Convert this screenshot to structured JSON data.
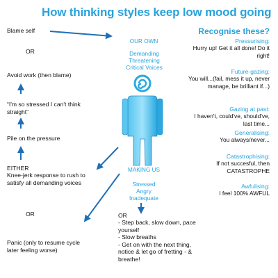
{
  "title": "How thinking styles keep low mood going",
  "left_chain": {
    "blame_self": "Blame self",
    "or_1": "OR",
    "avoid_work": "Avoid work (then blame)",
    "stressed": "“I'm so stressed I can't think straight”",
    "pile_on": "Pile on the pressure",
    "either": "EITHER",
    "knee_jerk": "Knee-jerk response to rush to satisfy all demanding voices",
    "or_2": "OR",
    "panic": "Panic (only to resume cycle later feeling worse)"
  },
  "center": {
    "our_own": "OUR OWN",
    "voices": "Demanding\nThreatening\nCritical Voices",
    "making_us": "MAKING US",
    "feelings": "Stressed\nAngry\nInadequate",
    "or_label": "OR",
    "advice": "- Step back, slow down, pace yourself\n- Slow breaths\n- Get on with the next thing, notice & let go of fretting - & breathe!"
  },
  "right_panel": {
    "heading": "Recognise these?",
    "items": [
      {
        "name": "Pressurising:",
        "text": "Hurry up! Get it all done! Do it right!"
      },
      {
        "name": "Future-gazing:",
        "text": "You will...(fail, mess it up, never manage, be brilliant if...)"
      },
      {
        "name": "Gazing at past:",
        "text": "I haven't, could've, should've, last time..."
      },
      {
        "name": "Generalising:",
        "text": "You always/never..."
      },
      {
        "name": "Catastrophising:",
        "text": "If not succesful, then CATASTROPHE"
      },
      {
        "name": "Awfulising:",
        "text": "I feel 100% AWFUL"
      }
    ]
  },
  "colors": {
    "accent": "#29a3dd",
    "figure_light": "#7fd3f5",
    "figure_dark": "#2aa8df",
    "arrow": "#1e6fb8"
  }
}
